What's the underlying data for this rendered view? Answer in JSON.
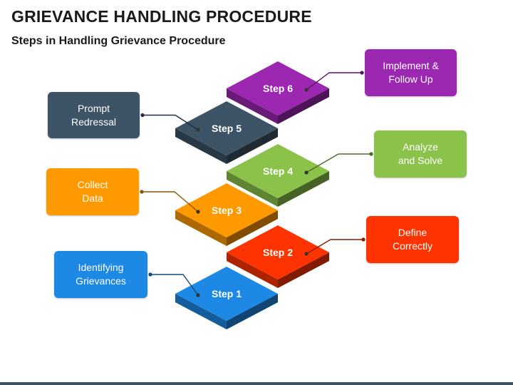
{
  "title": "GRIEVANCE HANDLING PROCEDURE",
  "subtitle": "Steps in Handling Grievance Procedure",
  "steps": [
    {
      "label": "Step 1",
      "description": "Identifying\nGrievances",
      "color": "#1e88e5",
      "side": "left"
    },
    {
      "label": "Step 2",
      "description": "Define\nCorrectly",
      "color": "#ff3300",
      "side": "right"
    },
    {
      "label": "Step 3",
      "description": "Collect\nData",
      "color": "#ff9900",
      "side": "left"
    },
    {
      "label": "Step 4",
      "description": "Analyze\nand Solve",
      "color": "#8bc34a",
      "side": "right"
    },
    {
      "label": "Step 5",
      "description": "Prompt\nRedressal",
      "color": "#3d5366",
      "side": "left"
    },
    {
      "label": "Step 6",
      "description": "Implement &\nFollow Up",
      "color": "#9c27b0",
      "side": "right"
    }
  ]
}
